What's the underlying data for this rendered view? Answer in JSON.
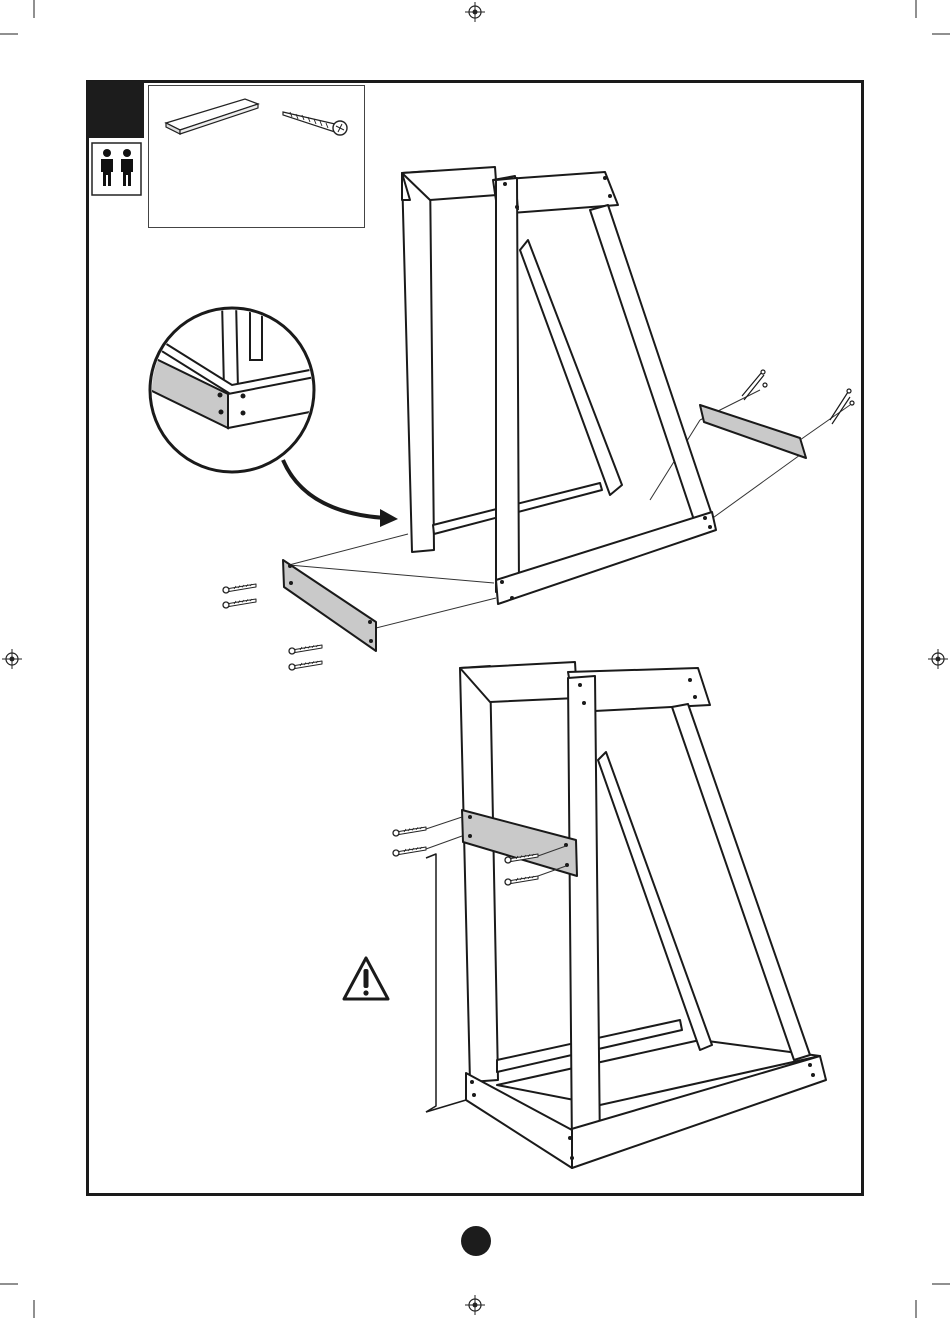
{
  "step": {
    "number": "",
    "persons_required": 2
  },
  "parts": [
    {
      "name": "board",
      "icon": "plank-icon"
    },
    {
      "name": "screw",
      "icon": "screw-icon"
    }
  ],
  "colors": {
    "ink": "#1a1a1a",
    "board_fill": "#c9c9c9",
    "paper": "#ffffff"
  },
  "page": {
    "number": ""
  }
}
